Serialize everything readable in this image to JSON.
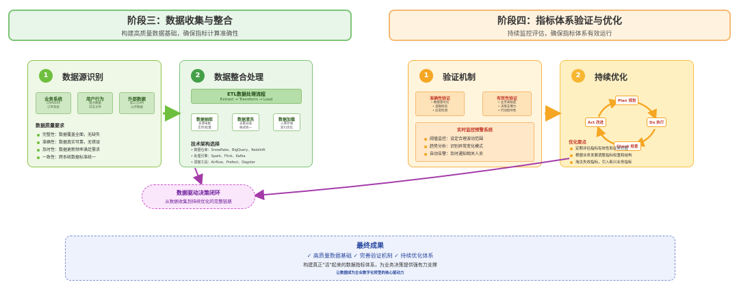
{
  "stage3": {
    "title": "阶段三：数据收集与整合",
    "subtitle": "构建高质量数据基础，确保指标计算准确性"
  },
  "stage4": {
    "title": "阶段四：指标体系验证与优化",
    "subtitle": "持续监控评估，确保指标体系有效运行"
  },
  "panel1": {
    "badge": "1",
    "title": "数据源识别",
    "sources": [
      {
        "title": "业务系统",
        "lines": [
          "CRM/ERP",
          "订单系统"
        ]
      },
      {
        "title": "用户行为",
        "lines": [
          "埋点数据",
          "日志文件"
        ]
      },
      {
        "title": "外部数据",
        "lines": [
          "第三方API",
          "公开数据"
        ]
      }
    ],
    "quality_title": "数据质量要求",
    "quality": [
      "完整性：数据覆盖全面，无缺失",
      "准确性：数据真实可靠，无错误",
      "及时性：数据更新频率满足需求",
      "一致性：跨系统数据标准统一"
    ]
  },
  "panel2": {
    "badge": "2",
    "title": "数据整合处理",
    "etl_title": "ETL数据处理流程",
    "etl_sub": "Extract → Transform → Load",
    "steps": [
      {
        "title": "数据抽取",
        "lines": [
          "多源采集",
          "实时/批量"
        ]
      },
      {
        "title": "数据清洗",
        "lines": [
          "去重去噪",
          "格式统一"
        ]
      },
      {
        "title": "数据加载",
        "lines": [
          "入库存储",
          "索引优化"
        ]
      }
    ],
    "tech_title": "技术架构选择",
    "tech": [
      "• 数据仓库：Snowflake、BigQuery、Redshift",
      "• 处理引擎：Spark、Flink、Kafka",
      "• 调度工具：Airflow、Prefect、Dagster"
    ]
  },
  "panel3": {
    "badge": "1",
    "title": "验证机制",
    "accuracy": {
      "title": "准确性验证",
      "lines": [
        "• 数据源对比",
        "• 逻辑校验",
        "• 异常检测"
      ]
    },
    "validity": {
      "title": "有效性验证",
      "lines": [
        "• 业务关联度",
        "• 决策支撑力",
        "• 行动指导性"
      ]
    },
    "monitor_title": "实时监控预警系统",
    "monitor": [
      "阈值监控：设定合理波动范围",
      "趋势分析：识别异常变化模式",
      "自动告警：及时通知相关人员"
    ]
  },
  "panel4": {
    "badge": "2",
    "title": "持续优化",
    "pdca": {
      "plan": "Plan 规划",
      "do": "Do 执行",
      "check": "Check 检查",
      "act": "Act 改进"
    },
    "opt_title": "优化要点",
    "opt": [
      "定期评估指标有效性和业务价值",
      "根据业务发展调整指标权重和结构",
      "淘汰失效指标，引入新兴业务指标"
    ]
  },
  "loop": {
    "title": "数据驱动决策闭环",
    "subtitle": "从数据收集到持续优化的完整链路"
  },
  "final": {
    "title": "最终成果",
    "line1": "✓ 高质量数据基础 ✓ 完善验证机制 ✓ 持续优化体系",
    "line2": "构建真正\"活\"起来的数据指标体系，为业务决策提供强有力支撑",
    "line3": "让数据成为企业数字化转型的核心驱动力"
  },
  "colors": {
    "green": "#6fbf3e",
    "orange": "#f5a623",
    "purple": "#a33aa8",
    "blue": "#2b4aa0"
  }
}
